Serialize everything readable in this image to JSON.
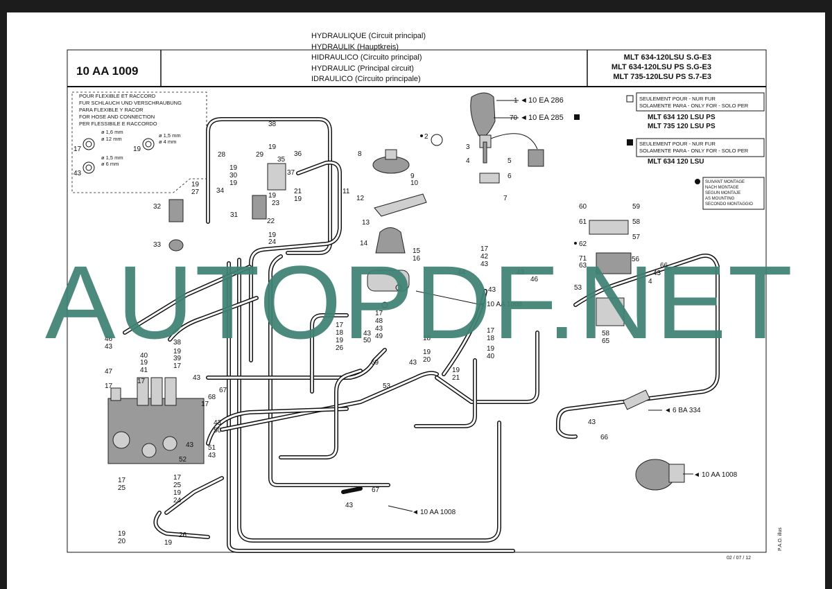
{
  "title_block": {
    "doc_ref": "10 AA 1009",
    "titles": [
      "HYDRAULIQUE (Circuit principal)",
      "HYDRAULIK (Hauptkreis)",
      "HIDRAULICO (Circuito principal)",
      "HYDRAULIC (Principal circuit)",
      "IDRAULICO (Circuito principale)"
    ],
    "models": [
      "MLT 634-120LSU S.G-E3",
      "MLT 634-120LSU PS S.G-E3",
      "MLT 735-120LSU PS S.7-E3"
    ]
  },
  "hose_note": {
    "lines": [
      "POUR FLEXIBLE ET RACCORD",
      "FUR SCHLAUCH UND VERSCHRAUBUNG",
      "PARA FLEXIBLE Y RACOR",
      "FOR HOSE AND CONNECTION",
      "PER FLESSIBILE E RACCORDO"
    ],
    "dims": {
      "d1": "ø 1,6 mm",
      "d2": "ø 12 mm",
      "d3": "ø 1,5 mm",
      "d4": "ø 4 mm",
      "d5": "ø 1,5 mm",
      "d6": "ø 6 mm"
    },
    "callouts": {
      "a": "17",
      "b": "19",
      "c": "43"
    }
  },
  "legend": {
    "box1": {
      "lines": [
        "SEULEMENT POUR - NUR FUR",
        "SOLAMENTE PARA - ONLY FOR - SOLO PER"
      ],
      "models": [
        "MLT 634 120 LSU PS",
        "MLT 735 120 LSU PS"
      ]
    },
    "box2": {
      "lines": [
        "SEULEMENT POUR - NUR FUR",
        "SOLAMENTE PARA - ONLY FOR - SOLO PER"
      ],
      "models": [
        "MLT 634 120 LSU"
      ]
    },
    "box3": {
      "lines": [
        "SUIVANT MONTAGE",
        "NACH MONTAGE",
        "SEGUN MONTAJE",
        "AS MOUNTING",
        "SECONDO MONTAGGIO"
      ]
    }
  },
  "refs": {
    "r1": "10 EA 286",
    "r2": "10 EA 285",
    "r3": "10 AA 1008",
    "r4": "6 BA 334",
    "r5": "10 AA 1008",
    "r6": "10 AA 1008"
  },
  "callouts": {
    "c1": "1",
    "c70": "70",
    "c2": "2",
    "c3": "3",
    "c4": "4",
    "c5": "5",
    "c6": "6",
    "c7": "7",
    "c8": "8",
    "c9": "9",
    "c10": "10",
    "c11": "11",
    "c12": "12",
    "c13": "13",
    "c14": "14",
    "c15": "15",
    "c16": "16",
    "c38": "38",
    "c19a": "19",
    "c28": "28",
    "c29": "29",
    "c36": "36",
    "c35": "35",
    "c37": "37",
    "c19b": "19",
    "c30": "30",
    "c19c": "19",
    "c19d": "19",
    "c27": "27",
    "c34": "34",
    "c21": "21",
    "c19e": "19",
    "c32": "32",
    "c31": "31",
    "c23": "23",
    "c22": "22",
    "c19f": "19",
    "c24a": "24",
    "c33": "33",
    "c60": "60",
    "c59": "59",
    "c61": "61",
    "c58": "58",
    "c57": "57",
    "c62": "62",
    "c71": "71",
    "c63": "63",
    "c56": "56",
    "c66a": "66",
    "c43a": "43",
    "c4b": "4",
    "c53": "53",
    "c58b": "58",
    "c65": "65",
    "c17a": "17",
    "c42": "42",
    "c43b": "43",
    "c44": "44",
    "c43c": "43",
    "c46": "46",
    "c43d": "43",
    "c17b": "17",
    "c18a": "18",
    "c19g": "19",
    "c26a": "26",
    "c17c": "17",
    "c48": "48",
    "c43e": "43",
    "c49": "49",
    "c43f": "43",
    "c50a": "50",
    "c69": "69",
    "c43g": "43",
    "c53b": "53",
    "c18b": "18",
    "c19h": "19",
    "c20a": "20",
    "c19i": "19",
    "c21b": "21",
    "c17d": "17",
    "c18c": "18",
    "c19j": "19",
    "c40a": "40",
    "c46b": "46",
    "c43h": "43",
    "c38b": "38",
    "c40b": "40",
    "c19k": "19",
    "c41": "41",
    "c19l": "19",
    "c39": "39",
    "c17e": "17",
    "c47": "47",
    "c17f": "17",
    "c17g": "17",
    "c43i": "43",
    "c68": "68",
    "c67a": "67",
    "c17h": "17",
    "c43j": "43",
    "c50b": "50",
    "c43k": "43",
    "c51": "51",
    "c52": "52",
    "c43l": "43",
    "c17i": "17",
    "c25a": "25",
    "c17j": "17",
    "c25b": "25",
    "c19m": "19",
    "c24b": "24",
    "c19n": "19",
    "c20b": "20",
    "c19o": "19",
    "c26b": "26",
    "c67b": "67",
    "c43m": "43",
    "c43n": "43",
    "c66b": "66"
  },
  "footer": {
    "date": "02 / 07 / 12",
    "author": "P.A.O. illus"
  },
  "watermark": "AUTOPDF.NET"
}
